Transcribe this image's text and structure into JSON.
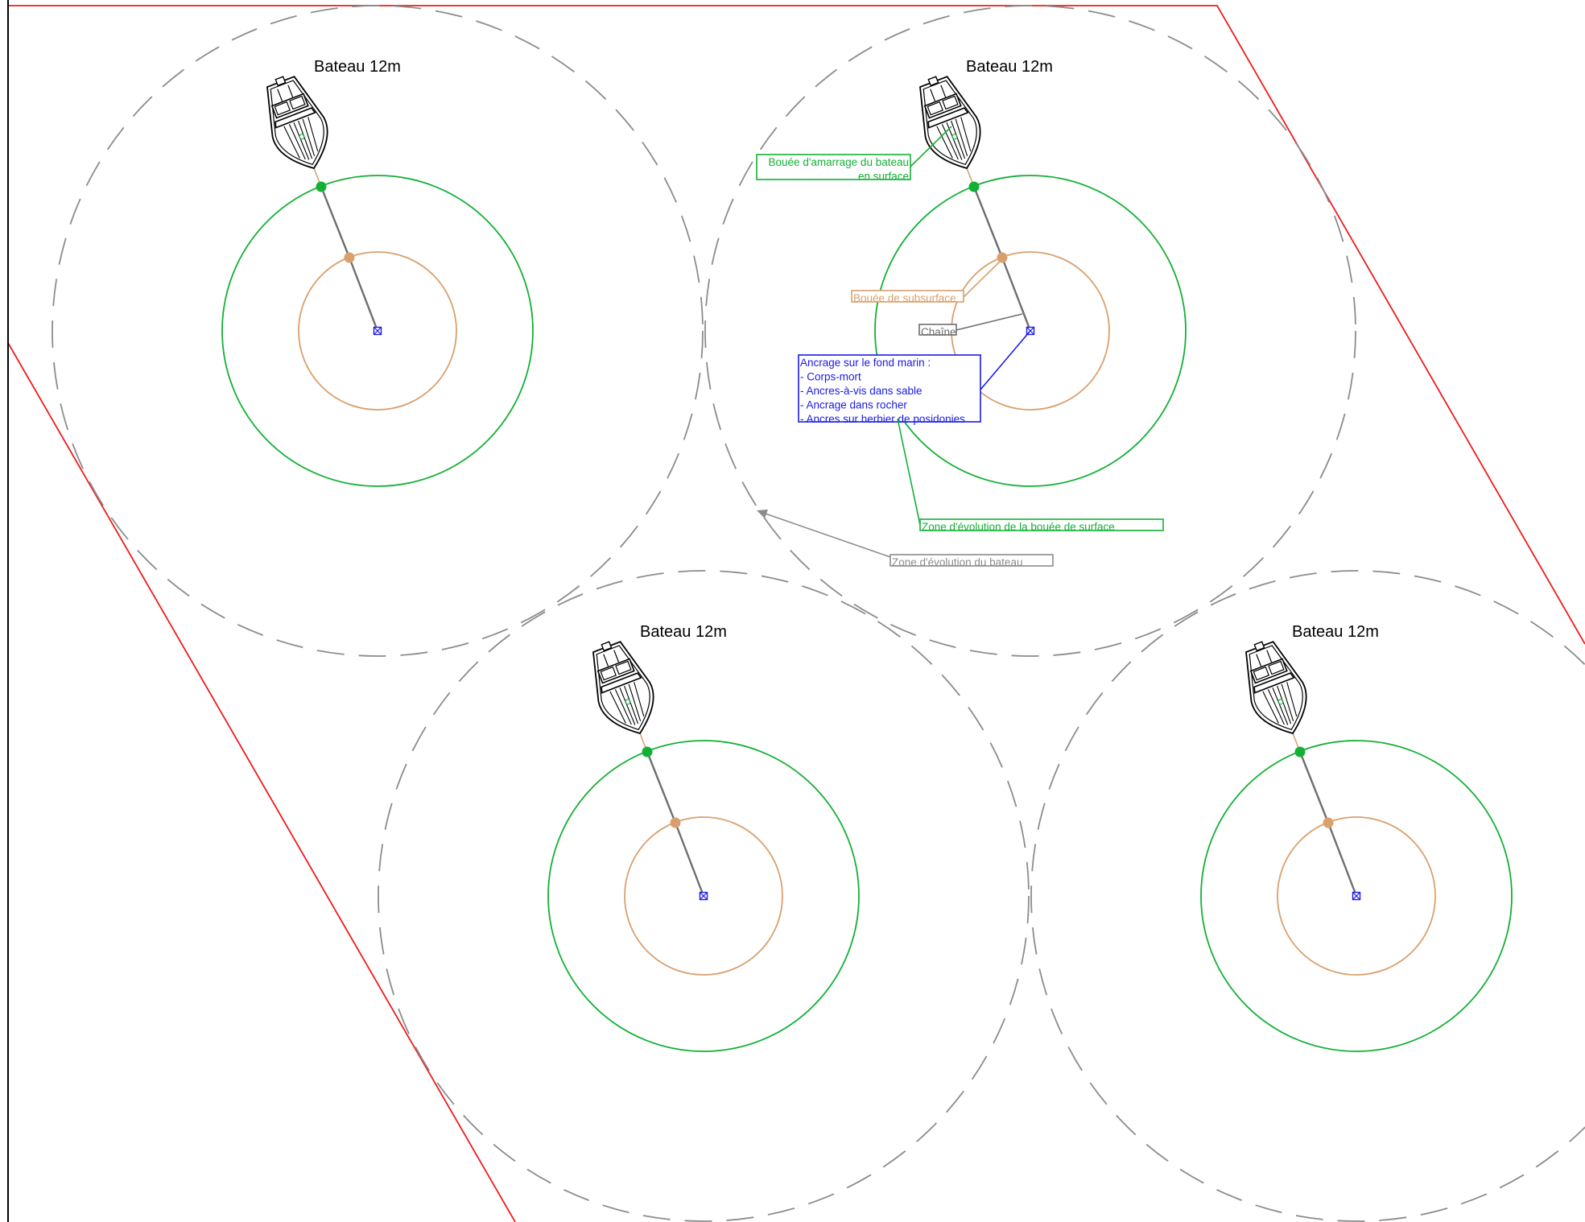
{
  "moorings": [
    {
      "boat_label": "Bateau 12m"
    },
    {
      "boat_label": "Bateau 12m"
    },
    {
      "boat_label": "Bateau 12m"
    },
    {
      "boat_label": "Bateau 12m"
    }
  ],
  "legend": {
    "surface_buoy": [
      "Bouée d'amarrage du bateau",
      "en surface"
    ],
    "subsurface_buoy": "Bouée de subsurface",
    "chain": "Chaîne",
    "anchoring": [
      "Ancrage sur le fond marin :",
      "- Corps-mort",
      "- Ancres-à-vis dans sable",
      "- Ancrage dans rocher",
      "- Ancres sur herbier de posidonies"
    ],
    "surface_buoy_zone": "Zone d'évolution de la bouée de surface",
    "boat_zone": "Zone d'évolution du bateau"
  },
  "colors": {
    "boundary": "#ee1c1c",
    "boat_zone": "#8c8c8c",
    "surface_zone": "#13b035",
    "subsurface_zone": "#d9a06e",
    "anchor": "#1a1ae6",
    "chain": "#6e6e6e",
    "boat": "#000000"
  },
  "icons": {
    "boat": "boat-icon",
    "anchor": "anchor-icon",
    "surface_buoy": "surface-buoy-icon",
    "subsurface_buoy": "subsurface-buoy-icon"
  }
}
